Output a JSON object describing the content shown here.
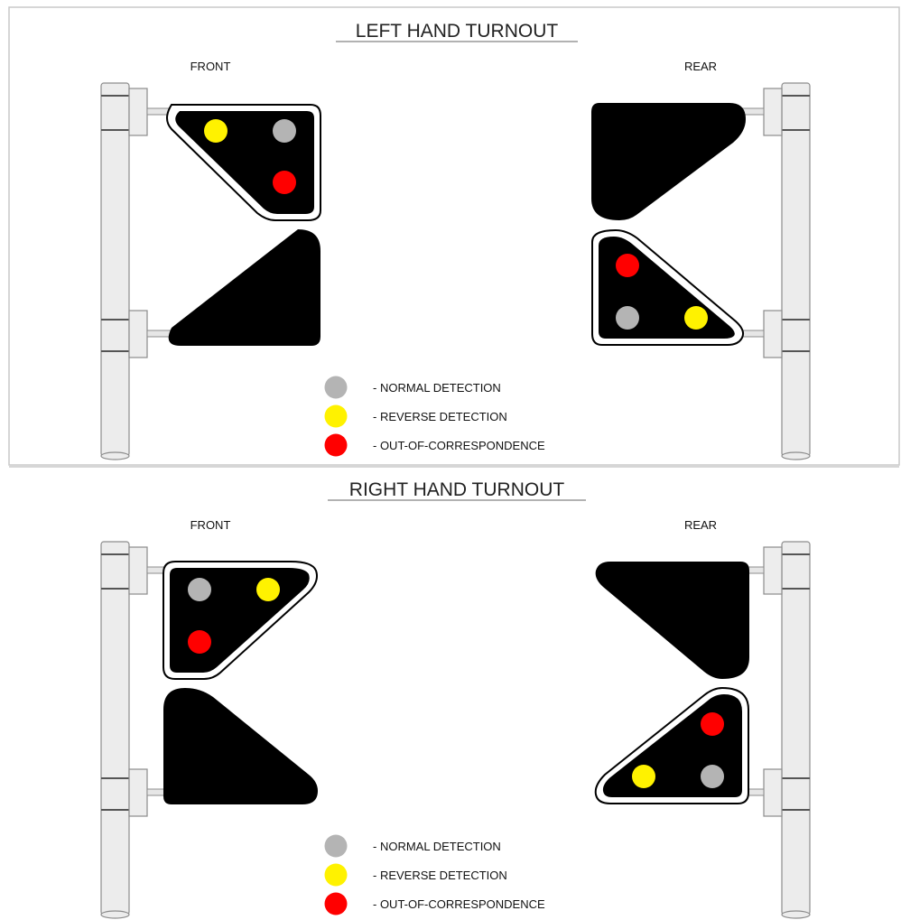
{
  "colors": {
    "normal": "#b4b4b4",
    "reverse": "#fff200",
    "out_of_correspondence": "#ff0000",
    "head": "#000000",
    "pole": "#ececec"
  },
  "panels": [
    {
      "title": "LEFT HAND TURNOUT",
      "front_label": "FRONT",
      "rear_label": "REAR",
      "front_lit_lamps": [
        "reverse",
        "normal",
        "out_of_correspondence"
      ],
      "rear_lit_lamps": [
        "out_of_correspondence",
        "normal",
        "reverse"
      ],
      "legend": [
        {
          "lamp": "normal",
          "text": "- NORMAL DETECTION"
        },
        {
          "lamp": "reverse",
          "text": "- REVERSE DETECTION"
        },
        {
          "lamp": "out_of_correspondence",
          "text": "- OUT-OF-CORRESPONDENCE"
        }
      ]
    },
    {
      "title": "RIGHT HAND TURNOUT",
      "front_label": "FRONT",
      "rear_label": "REAR",
      "front_lit_lamps": [
        "normal",
        "reverse",
        "out_of_correspondence"
      ],
      "rear_lit_lamps": [
        "out_of_correspondence",
        "reverse",
        "normal"
      ],
      "legend": [
        {
          "lamp": "normal",
          "text": "- NORMAL DETECTION"
        },
        {
          "lamp": "reverse",
          "text": "- REVERSE DETECTION"
        },
        {
          "lamp": "out_of_correspondence",
          "text": "- OUT-OF-CORRESPONDENCE"
        }
      ]
    }
  ]
}
